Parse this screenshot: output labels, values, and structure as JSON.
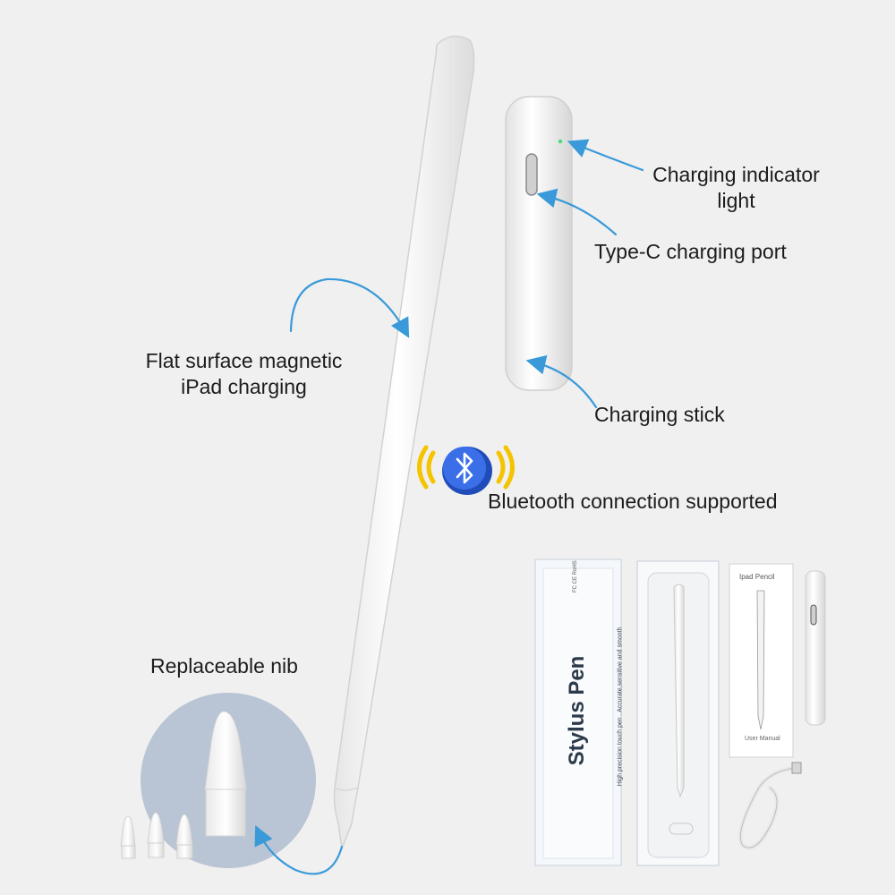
{
  "labels": {
    "charging_indicator_line1": "Charging indicator",
    "charging_indicator_line2": "light",
    "type_c_port": "Type-C charging port",
    "magnetic_line1": "Flat surface magnetic",
    "magnetic_line2": "iPad charging",
    "charging_stick": "Charging stick",
    "bluetooth": "Bluetooth connection supported",
    "replaceable_nib": "Replaceable nib"
  },
  "package": {
    "box_title": "Stylus Pen",
    "box_subtitle": "High precision touch pen . Accurate,sensitive and smooth",
    "box_marks": "FC CE RoHS",
    "manual_title": "Ipad Pencil",
    "manual_footer": "User Manual"
  },
  "icons": {
    "bluetooth": "bluetooth-icon",
    "arrows": "curved-arrow-icon"
  },
  "colors": {
    "background": "#f0f0f0",
    "arrow": "#3a9ad9",
    "bluetooth_blue": "#2d5fd6",
    "signal_yellow": "#f5c400",
    "nib_circle": "#b9c4d4",
    "indicator_green": "#3fe07a"
  }
}
